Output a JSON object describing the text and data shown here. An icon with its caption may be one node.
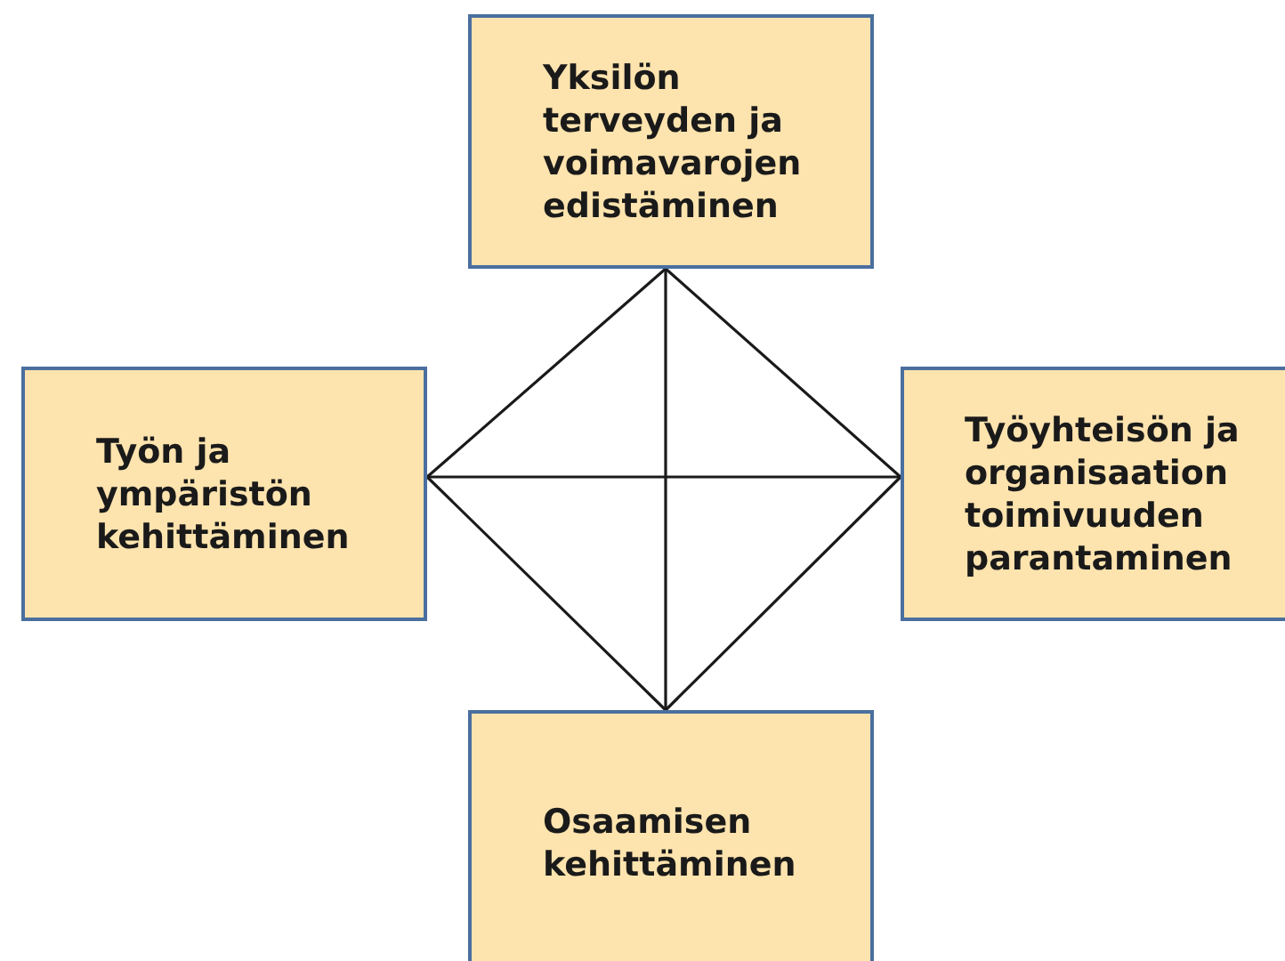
{
  "diagram": {
    "nodes": [
      {
        "text": [
          "Yksilön terveyden ja voimavarojen edistäminen"
        ]
      },
      {
        "text": [
          "Työn ja ympäristön kehittäminen"
        ]
      },
      {
        "text": [
          "Työyhteisön ja organisaation toimivuuden parantaminen"
        ]
      },
      {
        "text": [
          "Osaamisen kehittäminen"
        ]
      }
    ],
    "edges": [
      {
        "from": 0,
        "to": 1,
        "arrow": "none"
      },
      {
        "from": 0,
        "to": 2,
        "arrow": "none"
      },
      {
        "from": 1,
        "to": 3,
        "arrow": "none"
      },
      {
        "from": 2,
        "to": 3,
        "arrow": "none"
      },
      {
        "from": 0,
        "to": 3,
        "arrow": "none"
      },
      {
        "from": 1,
        "to": 2,
        "arrow": "none"
      }
    ]
  }
}
